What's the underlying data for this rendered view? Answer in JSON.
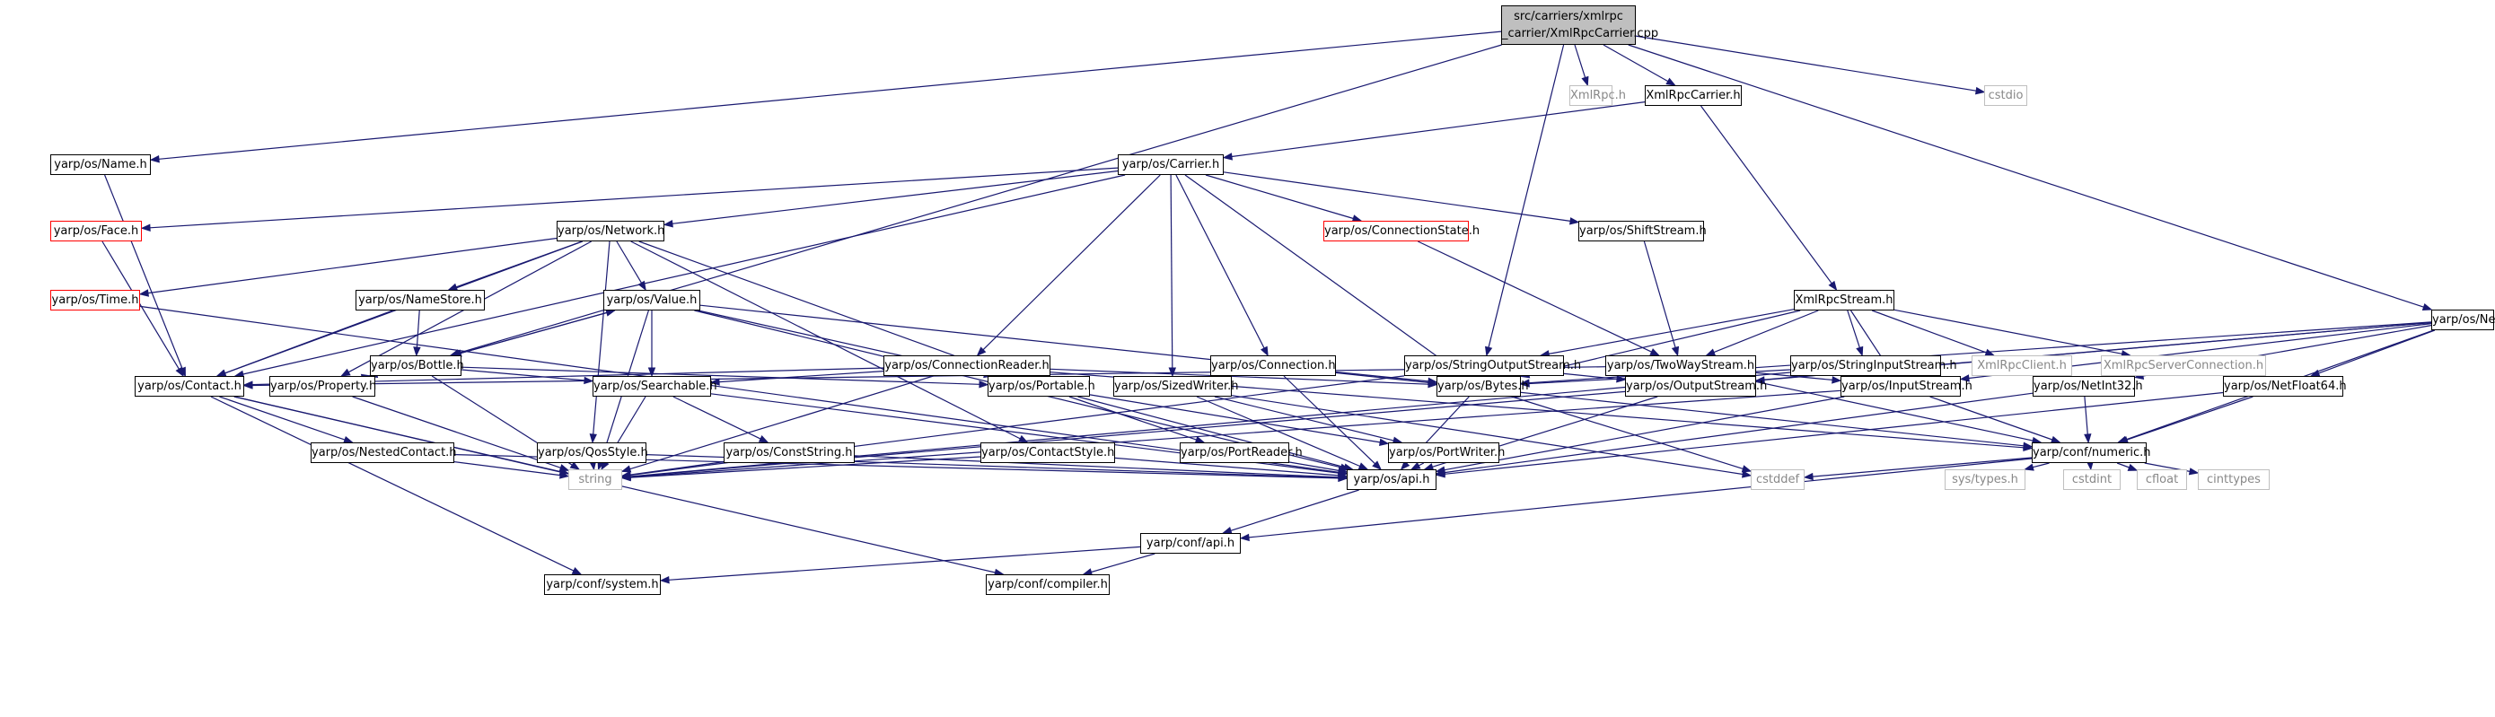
{
  "colors": {
    "edge": "#191970",
    "root_fill": "#bfbfbf",
    "truncated_border": "#ff0000",
    "system_border": "#bfbfbf",
    "system_text": "#888888"
  },
  "nodes": [
    {
      "id": "root",
      "label": "src/carriers/xmlrpc\n_carrier/XmlRpcCarrier.cpp",
      "kind": "root"
    },
    {
      "id": "xmlrpc_h",
      "label": "XmlRpc.h",
      "kind": "sys"
    },
    {
      "id": "xmlrpccarrier_h",
      "label": "XmlRpcCarrier.h",
      "kind": "normal"
    },
    {
      "id": "cstdio",
      "label": "cstdio",
      "kind": "sys"
    },
    {
      "id": "name_h",
      "label": "yarp/os/Name.h",
      "kind": "normal"
    },
    {
      "id": "carrier_h",
      "label": "yarp/os/Carrier.h",
      "kind": "normal"
    },
    {
      "id": "face_h",
      "label": "yarp/os/Face.h",
      "kind": "trunc"
    },
    {
      "id": "network_h",
      "label": "yarp/os/Network.h",
      "kind": "normal"
    },
    {
      "id": "connstate_h",
      "label": "yarp/os/ConnectionState.h",
      "kind": "trunc"
    },
    {
      "id": "shiftstream_h",
      "label": "yarp/os/ShiftStream.h",
      "kind": "normal"
    },
    {
      "id": "time_h",
      "label": "yarp/os/Time.h",
      "kind": "trunc"
    },
    {
      "id": "namestore_h",
      "label": "yarp/os/NameStore.h",
      "kind": "normal"
    },
    {
      "id": "value_h",
      "label": "yarp/os/Value.h",
      "kind": "normal"
    },
    {
      "id": "xmlrpcstream_h",
      "label": "XmlRpcStream.h",
      "kind": "normal"
    },
    {
      "id": "nettype_h",
      "label": "yarp/os/NetType.h",
      "kind": "normal"
    },
    {
      "id": "bottle_h",
      "label": "yarp/os/Bottle.h",
      "kind": "normal"
    },
    {
      "id": "connreader_h",
      "label": "yarp/os/ConnectionReader.h",
      "kind": "normal"
    },
    {
      "id": "connection_h",
      "label": "yarp/os/Connection.h",
      "kind": "normal"
    },
    {
      "id": "sos_h",
      "label": "yarp/os/StringOutputStream.h",
      "kind": "normal"
    },
    {
      "id": "twoway_h",
      "label": "yarp/os/TwoWayStream.h",
      "kind": "normal"
    },
    {
      "id": "sis_h",
      "label": "yarp/os/StringInputStream.h",
      "kind": "normal"
    },
    {
      "id": "xmlrpcclient_h",
      "label": "XmlRpcClient.h",
      "kind": "sys"
    },
    {
      "id": "xmlrpcserverconn_h",
      "label": "XmlRpcServerConnection.h",
      "kind": "sys"
    },
    {
      "id": "contact_h",
      "label": "yarp/os/Contact.h",
      "kind": "normal"
    },
    {
      "id": "property_h",
      "label": "yarp/os/Property.h",
      "kind": "normal"
    },
    {
      "id": "searchable_h",
      "label": "yarp/os/Searchable.h",
      "kind": "normal"
    },
    {
      "id": "portable_h",
      "label": "yarp/os/Portable.h",
      "kind": "normal"
    },
    {
      "id": "sizedwriter_h",
      "label": "yarp/os/SizedWriter.h",
      "kind": "normal"
    },
    {
      "id": "bytes_h",
      "label": "yarp/os/Bytes.h",
      "kind": "normal"
    },
    {
      "id": "outputstream_h",
      "label": "yarp/os/OutputStream.h",
      "kind": "normal"
    },
    {
      "id": "inputstream_h",
      "label": "yarp/os/InputStream.h",
      "kind": "normal"
    },
    {
      "id": "netint32_h",
      "label": "yarp/os/NetInt32.h",
      "kind": "normal"
    },
    {
      "id": "netfloat64_h",
      "label": "yarp/os/NetFloat64.h",
      "kind": "normal"
    },
    {
      "id": "nestedcontact_h",
      "label": "yarp/os/NestedContact.h",
      "kind": "normal"
    },
    {
      "id": "qosstyle_h",
      "label": "yarp/os/QosStyle.h",
      "kind": "normal"
    },
    {
      "id": "conststring_h",
      "label": "yarp/os/ConstString.h",
      "kind": "normal"
    },
    {
      "id": "contactstyle_h",
      "label": "yarp/os/ContactStyle.h",
      "kind": "normal"
    },
    {
      "id": "portreader_h",
      "label": "yarp/os/PortReader.h",
      "kind": "normal"
    },
    {
      "id": "portwriter_h",
      "label": "yarp/os/PortWriter.h",
      "kind": "normal"
    },
    {
      "id": "numeric_h",
      "label": "yarp/conf/numeric.h",
      "kind": "normal"
    },
    {
      "id": "string",
      "label": "string",
      "kind": "sys"
    },
    {
      "id": "api_h",
      "label": "yarp/os/api.h",
      "kind": "normal"
    },
    {
      "id": "cstddef",
      "label": "cstddef",
      "kind": "sys"
    },
    {
      "id": "systypes_h",
      "label": "sys/types.h",
      "kind": "sys"
    },
    {
      "id": "cstdint",
      "label": "cstdint",
      "kind": "sys"
    },
    {
      "id": "cfloat",
      "label": "cfloat",
      "kind": "sys"
    },
    {
      "id": "cinttypes",
      "label": "cinttypes",
      "kind": "sys"
    },
    {
      "id": "confapi_h",
      "label": "yarp/conf/api.h",
      "kind": "normal"
    },
    {
      "id": "confsystem_h",
      "label": "yarp/conf/system.h",
      "kind": "normal"
    },
    {
      "id": "confcompiler_h",
      "label": "yarp/conf/compiler.h",
      "kind": "normal"
    }
  ],
  "edges": [
    [
      "root",
      "xmlrpc_h"
    ],
    [
      "root",
      "xmlrpccarrier_h"
    ],
    [
      "root",
      "cstdio"
    ],
    [
      "root",
      "name_h"
    ],
    [
      "root",
      "bottle_h"
    ],
    [
      "root",
      "sos_h"
    ],
    [
      "root",
      "nettype_h"
    ],
    [
      "xmlrpccarrier_h",
      "carrier_h"
    ],
    [
      "xmlrpccarrier_h",
      "xmlrpcstream_h"
    ],
    [
      "name_h",
      "contact_h"
    ],
    [
      "carrier_h",
      "face_h"
    ],
    [
      "carrier_h",
      "network_h"
    ],
    [
      "carrier_h",
      "connstate_h"
    ],
    [
      "carrier_h",
      "shiftstream_h"
    ],
    [
      "carrier_h",
      "connreader_h"
    ],
    [
      "carrier_h",
      "connection_h"
    ],
    [
      "carrier_h",
      "sizedwriter_h"
    ],
    [
      "carrier_h",
      "bytes_h"
    ],
    [
      "carrier_h",
      "contact_h"
    ],
    [
      "face_h",
      "contact_h"
    ],
    [
      "network_h",
      "time_h"
    ],
    [
      "network_h",
      "namestore_h"
    ],
    [
      "network_h",
      "value_h"
    ],
    [
      "network_h",
      "contact_h"
    ],
    [
      "network_h",
      "property_h"
    ],
    [
      "network_h",
      "portable_h"
    ],
    [
      "network_h",
      "qosstyle_h"
    ],
    [
      "network_h",
      "contactstyle_h"
    ],
    [
      "connstate_h",
      "twoway_h"
    ],
    [
      "shiftstream_h",
      "twoway_h"
    ],
    [
      "time_h",
      "api_h"
    ],
    [
      "namestore_h",
      "contact_h"
    ],
    [
      "namestore_h",
      "bottle_h"
    ],
    [
      "value_h",
      "bottle_h"
    ],
    [
      "value_h",
      "searchable_h"
    ],
    [
      "value_h",
      "portable_h"
    ],
    [
      "value_h",
      "string"
    ],
    [
      "value_h",
      "numeric_h"
    ],
    [
      "value_h",
      "api_h"
    ],
    [
      "bottle_h",
      "value_h"
    ],
    [
      "bottle_h",
      "property_h"
    ],
    [
      "bottle_h",
      "searchable_h"
    ],
    [
      "bottle_h",
      "portable_h"
    ],
    [
      "bottle_h",
      "string"
    ],
    [
      "property_h",
      "bottle_h"
    ],
    [
      "property_h",
      "string"
    ],
    [
      "xmlrpcstream_h",
      "sos_h"
    ],
    [
      "xmlrpcstream_h",
      "twoway_h"
    ],
    [
      "xmlrpcstream_h",
      "sis_h"
    ],
    [
      "xmlrpcstream_h",
      "xmlrpcclient_h"
    ],
    [
      "xmlrpcstream_h",
      "xmlrpcserverconn_h"
    ],
    [
      "xmlrpcstream_h",
      "bytes_h"
    ],
    [
      "xmlrpcstream_h",
      "inputstream_h"
    ],
    [
      "nettype_h",
      "bytes_h"
    ],
    [
      "nettype_h",
      "outputstream_h"
    ],
    [
      "nettype_h",
      "inputstream_h"
    ],
    [
      "nettype_h",
      "netint32_h"
    ],
    [
      "nettype_h",
      "netfloat64_h"
    ],
    [
      "nettype_h",
      "numeric_h"
    ],
    [
      "nettype_h",
      "string"
    ],
    [
      "connreader_h",
      "contact_h"
    ],
    [
      "connreader_h",
      "searchable_h"
    ],
    [
      "connreader_h",
      "bytes_h"
    ],
    [
      "connreader_h",
      "string"
    ],
    [
      "connreader_h",
      "numeric_h"
    ],
    [
      "connection_h",
      "bytes_h"
    ],
    [
      "connection_h",
      "api_h"
    ],
    [
      "sos_h",
      "outputstream_h"
    ],
    [
      "sos_h",
      "bytes_h"
    ],
    [
      "sos_h",
      "string"
    ],
    [
      "twoway_h",
      "outputstream_h"
    ],
    [
      "twoway_h",
      "inputstream_h"
    ],
    [
      "twoway_h",
      "contact_h"
    ],
    [
      "twoway_h",
      "numeric_h"
    ],
    [
      "sis_h",
      "inputstream_h"
    ],
    [
      "sis_h",
      "bytes_h"
    ],
    [
      "sis_h",
      "string"
    ],
    [
      "contact_h",
      "nestedcontact_h"
    ],
    [
      "contact_h",
      "string"
    ],
    [
      "contact_h",
      "confsystem_h"
    ],
    [
      "contact_h",
      "confcompiler_h"
    ],
    [
      "searchable_h",
      "conststring_h"
    ],
    [
      "searchable_h",
      "string"
    ],
    [
      "searchable_h",
      "api_h"
    ],
    [
      "portable_h",
      "portreader_h"
    ],
    [
      "portable_h",
      "portwriter_h"
    ],
    [
      "portable_h",
      "api_h"
    ],
    [
      "sizedwriter_h",
      "portwriter_h"
    ],
    [
      "sizedwriter_h",
      "api_h"
    ],
    [
      "sizedwriter_h",
      "cstddef"
    ],
    [
      "bytes_h",
      "api_h"
    ],
    [
      "bytes_h",
      "cstddef"
    ],
    [
      "outputstream_h",
      "api_h"
    ],
    [
      "inputstream_h",
      "numeric_h"
    ],
    [
      "inputstream_h",
      "api_h"
    ],
    [
      "inputstream_h",
      "string"
    ],
    [
      "netint32_h",
      "numeric_h"
    ],
    [
      "netint32_h",
      "api_h"
    ],
    [
      "netfloat64_h",
      "numeric_h"
    ],
    [
      "netfloat64_h",
      "api_h"
    ],
    [
      "nestedcontact_h",
      "string"
    ],
    [
      "nestedcontact_h",
      "api_h"
    ],
    [
      "qosstyle_h",
      "string"
    ],
    [
      "qosstyle_h",
      "api_h"
    ],
    [
      "conststring_h",
      "string"
    ],
    [
      "conststring_h",
      "api_h"
    ],
    [
      "contactstyle_h",
      "string"
    ],
    [
      "contactstyle_h",
      "api_h"
    ],
    [
      "portreader_h",
      "api_h"
    ],
    [
      "portwriter_h",
      "api_h"
    ],
    [
      "numeric_h",
      "cstddef"
    ],
    [
      "numeric_h",
      "systypes_h"
    ],
    [
      "numeric_h",
      "cstdint"
    ],
    [
      "numeric_h",
      "cfloat"
    ],
    [
      "numeric_h",
      "cinttypes"
    ],
    [
      "numeric_h",
      "confapi_h"
    ],
    [
      "api_h",
      "confapi_h"
    ],
    [
      "confapi_h",
      "confsystem_h"
    ],
    [
      "confapi_h",
      "confcompiler_h"
    ]
  ]
}
